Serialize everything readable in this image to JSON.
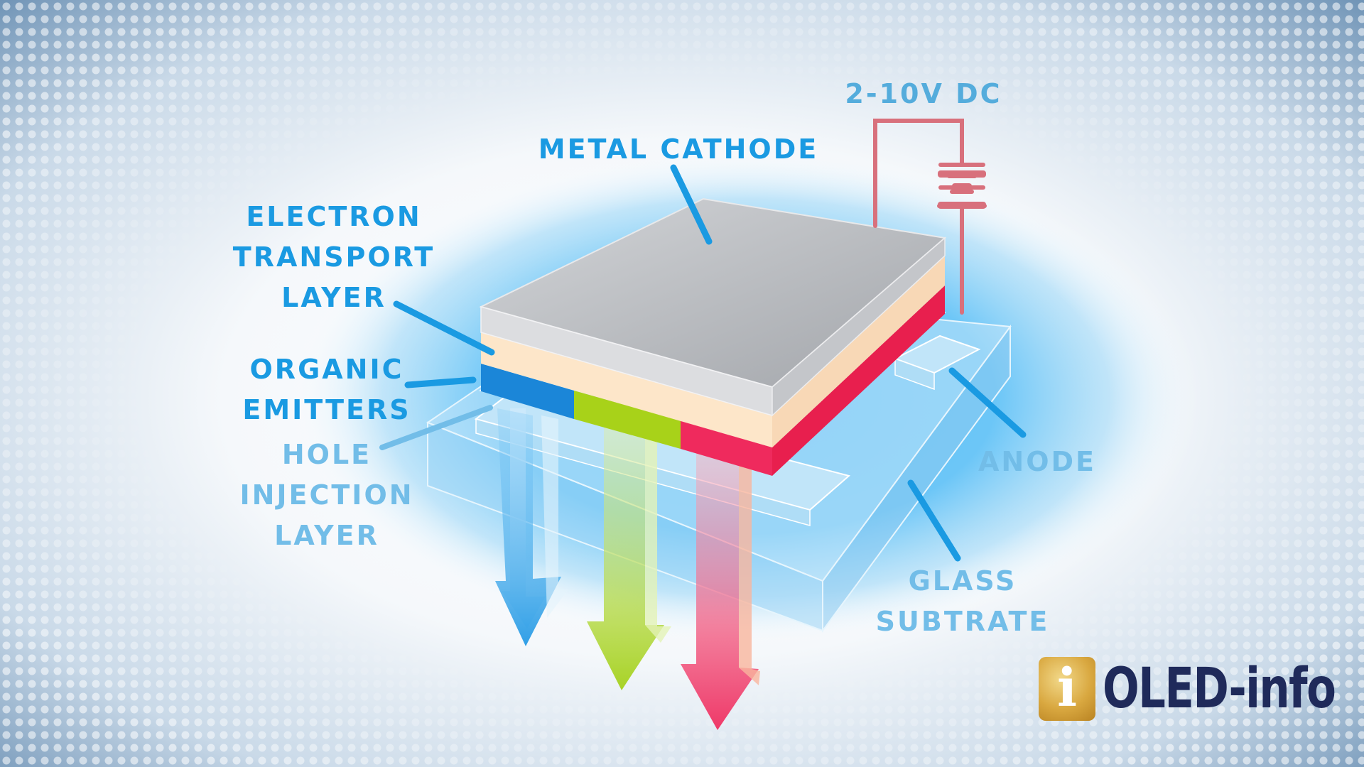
{
  "diagram": {
    "voltage_label": "2-10V DC",
    "labels": {
      "metal_cathode": [
        "METAL CATHODE"
      ],
      "electron_transport_layer": [
        "ELECTRON",
        "TRANSPORT",
        "LAYER"
      ],
      "organic_emitters": [
        "ORGANIC",
        "EMITTERS"
      ],
      "hole_injection_layer": [
        "HOLE",
        "INJECTION",
        "LAYER"
      ],
      "anode": [
        "ANODE"
      ],
      "glass_substrate": [
        "GLASS",
        "SUBTRATE"
      ]
    },
    "emitter_colors": {
      "blue": "#1b86d8",
      "green": "#a8d219",
      "red": "#ef2a5d"
    }
  },
  "logo": {
    "badge_letter": "i",
    "text": "OLED-info"
  },
  "colors": {
    "label_blue": "#1a9ae2",
    "label_pale": "#72bde8",
    "circuit": "#d8707c",
    "cathode": "#b4b6ba",
    "electron_layer": "#fde6c9",
    "logo_text": "#1f2a5a",
    "logo_badge": "#d9a840"
  }
}
